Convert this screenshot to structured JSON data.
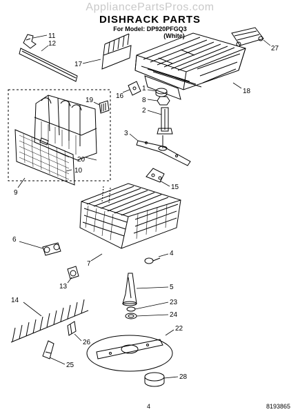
{
  "header": {
    "watermark": "AppliancePartsPros.com",
    "title": "DISHRACK PARTS",
    "model_line": "For Model: DP920PFGQ3",
    "color_line": "(White)"
  },
  "callouts": [
    "11",
    "12",
    "17",
    "27",
    "1",
    "16",
    "8",
    "18",
    "19",
    "2",
    "20",
    "3",
    "10",
    "9",
    "15",
    "6",
    "4",
    "7",
    "13",
    "5",
    "14",
    "23",
    "24",
    "22",
    "26",
    "25",
    "28"
  ],
  "footer": {
    "page_number": "4",
    "doc_code": "8193865"
  }
}
